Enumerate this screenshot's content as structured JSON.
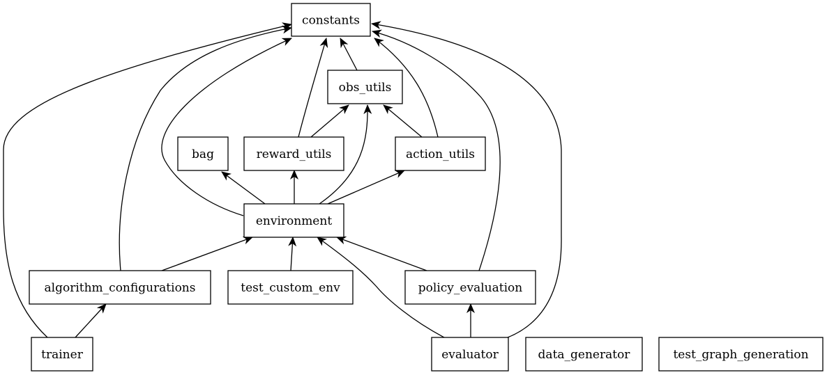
{
  "diagram": {
    "type": "dependency-graph",
    "nodes": [
      {
        "id": "constants",
        "label": "constants"
      },
      {
        "id": "obs_utils",
        "label": "obs_utils"
      },
      {
        "id": "bag",
        "label": "bag"
      },
      {
        "id": "reward_utils",
        "label": "reward_utils"
      },
      {
        "id": "action_utils",
        "label": "action_utils"
      },
      {
        "id": "environment",
        "label": "environment"
      },
      {
        "id": "algorithm_configurations",
        "label": "algorithm_configurations"
      },
      {
        "id": "test_custom_env",
        "label": "test_custom_env"
      },
      {
        "id": "policy_evaluation",
        "label": "policy_evaluation"
      },
      {
        "id": "trainer",
        "label": "trainer"
      },
      {
        "id": "evaluator",
        "label": "evaluator"
      },
      {
        "id": "data_generator",
        "label": "data_generator"
      },
      {
        "id": "test_graph_generation",
        "label": "test_graph_generation"
      }
    ],
    "edges": [
      {
        "from": "obs_utils",
        "to": "constants"
      },
      {
        "from": "reward_utils",
        "to": "constants"
      },
      {
        "from": "reward_utils",
        "to": "obs_utils"
      },
      {
        "from": "action_utils",
        "to": "constants"
      },
      {
        "from": "action_utils",
        "to": "obs_utils"
      },
      {
        "from": "environment",
        "to": "constants"
      },
      {
        "from": "environment",
        "to": "obs_utils"
      },
      {
        "from": "environment",
        "to": "bag"
      },
      {
        "from": "environment",
        "to": "reward_utils"
      },
      {
        "from": "environment",
        "to": "action_utils"
      },
      {
        "from": "algorithm_configurations",
        "to": "constants"
      },
      {
        "from": "algorithm_configurations",
        "to": "environment"
      },
      {
        "from": "test_custom_env",
        "to": "environment"
      },
      {
        "from": "policy_evaluation",
        "to": "constants"
      },
      {
        "from": "policy_evaluation",
        "to": "environment"
      },
      {
        "from": "trainer",
        "to": "constants"
      },
      {
        "from": "trainer",
        "to": "algorithm_configurations"
      },
      {
        "from": "evaluator",
        "to": "constants"
      },
      {
        "from": "evaluator",
        "to": "environment"
      },
      {
        "from": "evaluator",
        "to": "policy_evaluation"
      }
    ]
  }
}
